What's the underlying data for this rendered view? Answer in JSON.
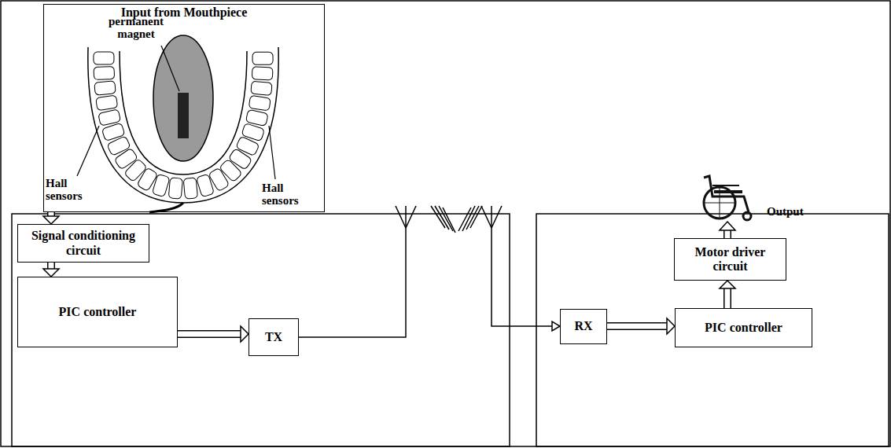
{
  "diagram": {
    "nodes": [
      {
        "text": [
          "Input from Mouthpiece"
        ]
      },
      {
        "text": [
          "Signal conditioning circuit"
        ]
      },
      {
        "text": [
          "PIC controller"
        ]
      },
      {
        "text": [
          "TX"
        ]
      },
      {
        "text": [
          "RX"
        ]
      },
      {
        "text": [
          "PIC controller"
        ]
      },
      {
        "text": [
          "Motor driver circuit"
        ]
      }
    ],
    "edges": [
      {
        "from": 0,
        "to": 1,
        "arrow": "to"
      },
      {
        "from": 1,
        "to": 2,
        "arrow": "to"
      },
      {
        "from": 2,
        "to": 3,
        "arrow": "to"
      },
      {
        "from": 3,
        "to": 4,
        "arrow": "to"
      },
      {
        "from": 4,
        "to": 5,
        "arrow": "to"
      },
      {
        "from": 5,
        "to": 6,
        "arrow": "to"
      }
    ],
    "labels": [
      "permanent magnet",
      "Hall sensors",
      "Hall sensors",
      "Output"
    ]
  }
}
